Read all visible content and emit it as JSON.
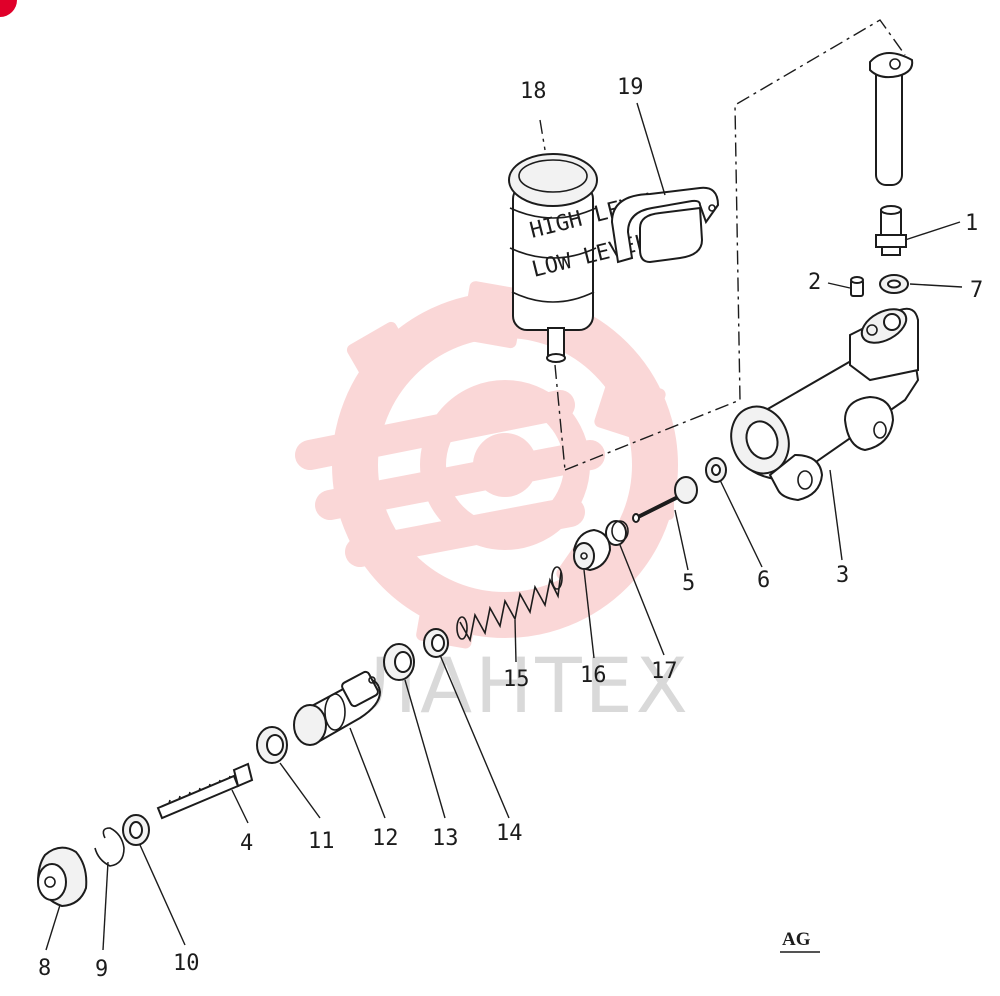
{
  "callouts": [
    "1",
    "2",
    "3",
    "4",
    "5",
    "6",
    "7",
    "8",
    "9",
    "10",
    "11",
    "12",
    "13",
    "14",
    "15",
    "16",
    "17",
    "18",
    "19"
  ],
  "reservoir_labels": {
    "high": "HIGH LEVEL",
    "low": "LOW LEVEL"
  },
  "drawing_code": "AG",
  "watermark": {
    "text": "ЛАНТЕХ",
    "color": "#f4a0a0"
  },
  "corner_badge_color": "#e0002a"
}
